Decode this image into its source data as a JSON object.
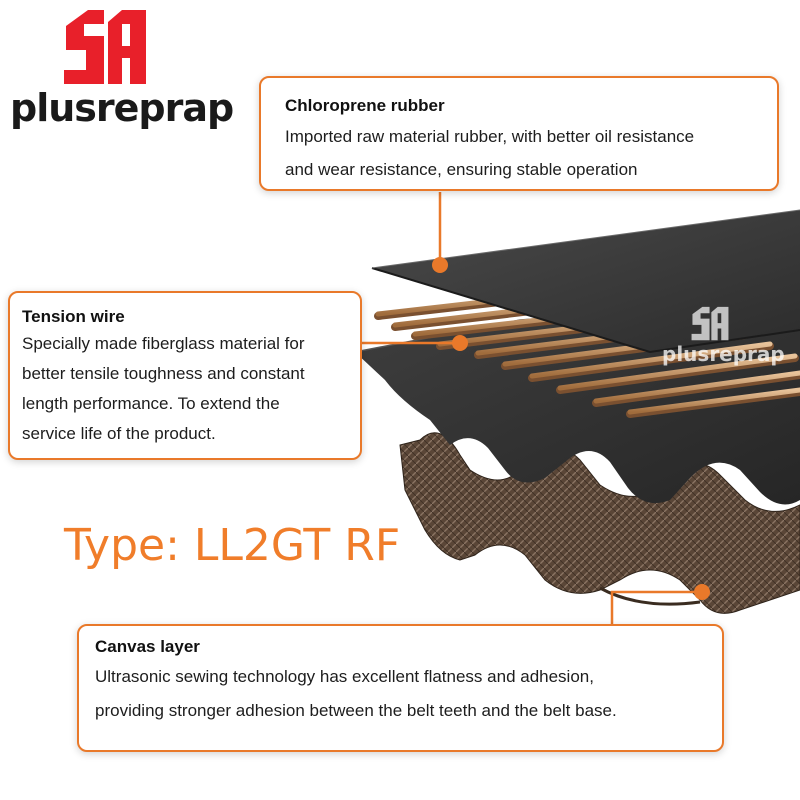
{
  "brand": {
    "logo_letters": "SA",
    "name": "plusreprap",
    "accent_color": "#e9792a",
    "logo_red": "#e8202a"
  },
  "product_type": "Type: LL2GT RF",
  "callouts": {
    "rubber": {
      "title": "Chloroprene rubber",
      "line1": "Imported raw material rubber, with better oil resistance",
      "line2": "and wear resistance, ensuring stable operation"
    },
    "wire": {
      "title": "Tension wire",
      "line1": "Specially made fiberglass material for",
      "line2": "better tensile toughness and constant",
      "line3": "length performance. To extend the",
      "line4": "service life of the product."
    },
    "canvas": {
      "title": "Canvas layer",
      "line1": "Ultrasonic sewing technology has excellent flatness and adhesion,",
      "line2": "providing stronger adhesion between the belt teeth and the belt base."
    }
  },
  "watermark": {
    "letters": "SA",
    "name": "plusreprap"
  }
}
